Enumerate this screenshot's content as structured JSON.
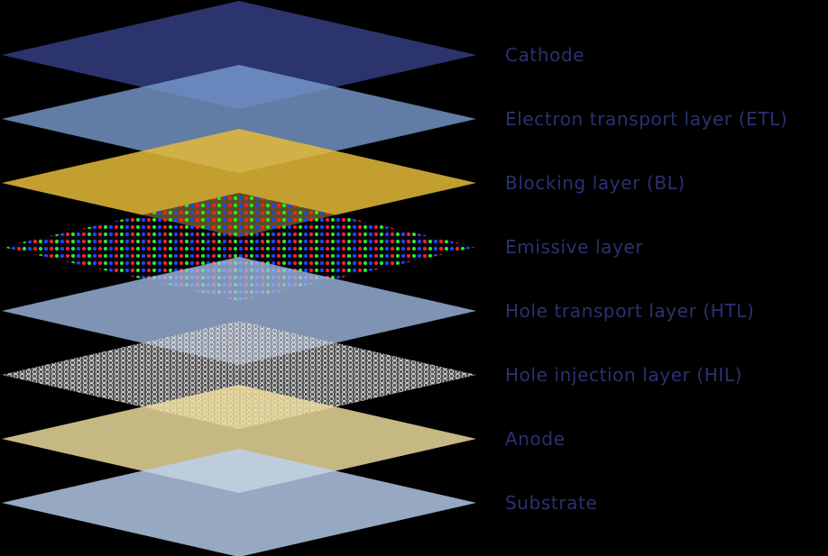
{
  "diagram": {
    "label_color": "#2b3170",
    "background": "#000000",
    "layers": [
      {
        "id": "cathode",
        "label": "Cathode",
        "fill": "#2e3774",
        "opacity": 0.95,
        "pattern": "none"
      },
      {
        "id": "etl",
        "label": "Electron transport layer (ETL)",
        "fill": "#7c9fd3",
        "opacity": 0.78,
        "pattern": "none"
      },
      {
        "id": "bl",
        "label": "Blocking layer (BL)",
        "fill": "#e3b938",
        "opacity": 0.86,
        "pattern": "none"
      },
      {
        "id": "emissive",
        "label": "Emissive layer",
        "fill": "#0a0a1e",
        "opacity": 0.55,
        "pattern": "rgb-dots",
        "dot_colors": [
          "#ff2020",
          "#22ee22",
          "#2244ff"
        ]
      },
      {
        "id": "htl",
        "label": "Hole transport layer (HTL)",
        "fill": "#a3bde8",
        "opacity": 0.78,
        "pattern": "none"
      },
      {
        "id": "hil",
        "label": "Hole injection layer (HIL)",
        "fill": "#9a9a9a",
        "opacity": 0.55,
        "pattern": "hex-mesh",
        "mesh_color": "#e6e6e6"
      },
      {
        "id": "anode",
        "label": "Anode",
        "fill": "#f2e1a0",
        "opacity": 0.82,
        "pattern": "none"
      },
      {
        "id": "substrate",
        "label": "Substrate",
        "fill": "#bcd2f2",
        "opacity": 0.8,
        "pattern": "none"
      }
    ]
  }
}
